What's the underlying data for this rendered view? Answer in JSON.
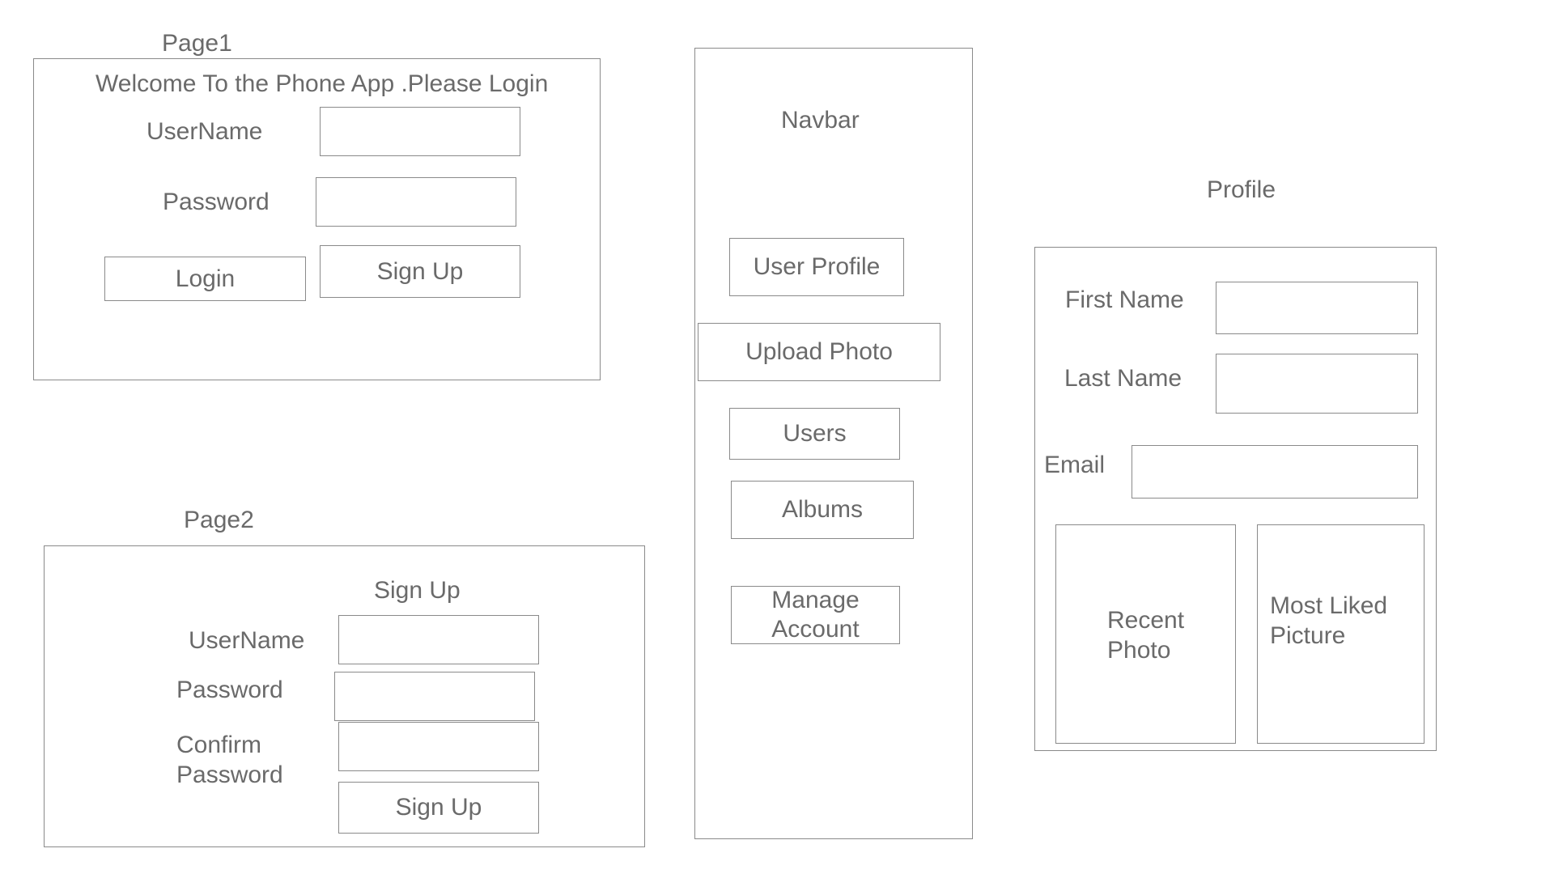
{
  "page1": {
    "label": "Page1",
    "welcome": "Welcome To the Phone App .Please Login",
    "username_label": "UserName",
    "password_label": "Password",
    "login_button": "Login",
    "signup_button": "Sign Up"
  },
  "page2": {
    "label": "Page2",
    "title": "Sign Up",
    "username_label": "UserName",
    "password_label": "Password",
    "confirm_label_line1": "Confirm",
    "confirm_label_line2": "Password",
    "signup_button": "Sign Up"
  },
  "navbar": {
    "title": "Navbar",
    "items": [
      "User Profile",
      "Upload Photo",
      "Users",
      "Albums"
    ],
    "manage_line1": "Manage",
    "manage_line2": "Account"
  },
  "profile": {
    "title": "Profile",
    "first_name_label": "First Name",
    "last_name_label": "Last Name",
    "email_label": "Email",
    "recent_line1": "Recent",
    "recent_line2": "Photo",
    "liked_line1": "Most Liked",
    "liked_line2": "Picture"
  }
}
